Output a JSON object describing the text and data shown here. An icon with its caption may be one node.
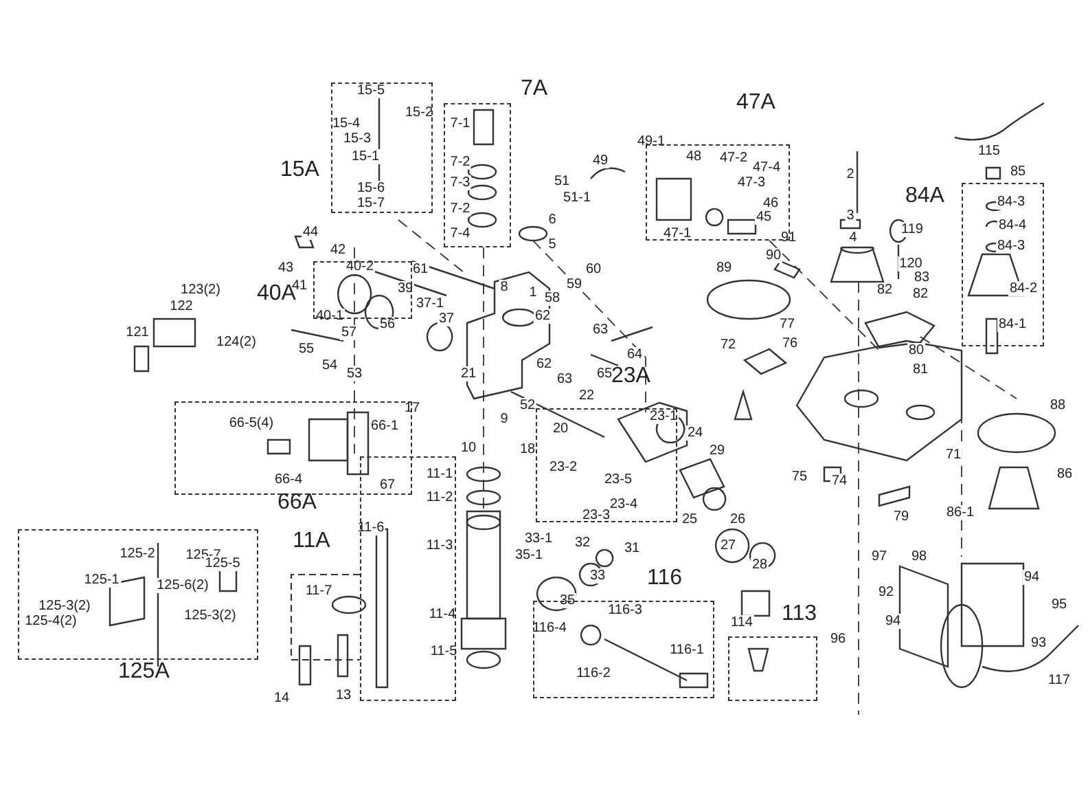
{
  "diagram": {
    "nodes": [
      {
        "text": [
          "15A"
        ]
      },
      {
        "text": [
          "7A"
        ]
      },
      {
        "text": [
          "47A"
        ]
      },
      {
        "text": [
          "84A"
        ]
      },
      {
        "text": [
          "40A"
        ]
      },
      {
        "text": [
          "23A"
        ]
      },
      {
        "text": [
          "66A"
        ]
      },
      {
        "text": [
          "11A"
        ]
      },
      {
        "text": [
          "125A"
        ]
      },
      {
        "text": [
          "116"
        ]
      },
      {
        "text": [
          "113"
        ]
      }
    ],
    "labels": [
      "15-5",
      "15-2",
      "15-4",
      "15-3",
      "15-1",
      "15-6",
      "15-7",
      "7-1",
      "7-2",
      "7-3",
      "7-2",
      "7-4",
      "6",
      "5",
      "8",
      "1",
      "61",
      "40-2",
      "39",
      "37-1",
      "37",
      "44",
      "42",
      "43",
      "41",
      "40-1",
      "56",
      "57",
      "55",
      "54",
      "53",
      "52",
      "17",
      "21",
      "62",
      "62",
      "63",
      "63",
      "58",
      "59",
      "60",
      "64",
      "65",
      "20",
      "22",
      "18",
      "9",
      "10",
      "23-1",
      "23-2",
      "23-5",
      "23-4",
      "23-3",
      "24",
      "25",
      "26",
      "27",
      "28",
      "29",
      "32",
      "31",
      "33-1",
      "35-1",
      "33",
      "35",
      "116-3",
      "116-4",
      "116-1",
      "116-2",
      "114",
      "11-1",
      "11-2",
      "11-3",
      "11-6",
      "11-4",
      "11-5",
      "11-7",
      "14",
      "13",
      "66-5(4)",
      "66-4",
      "66-1",
      "67",
      "125-2",
      "125-7",
      "125-5",
      "125-1",
      "125-6(2)",
      "125-3(2)",
      "125-4(2)",
      "125-3(2)",
      "121",
      "122",
      "123(2)",
      "124(2)",
      "51",
      "51-1",
      "49",
      "49-1",
      "48",
      "47-2",
      "47-4",
      "47-3",
      "47-1",
      "46",
      "45",
      "89",
      "72",
      "2",
      "3",
      "4",
      "91",
      "90",
      "119",
      "120",
      "82",
      "83",
      "82",
      "77",
      "76",
      "80",
      "81",
      "115",
      "85",
      "84-3",
      "84-4",
      "84-3",
      "84-2",
      "84-1",
      "71",
      "88",
      "86",
      "86-1",
      "79",
      "75",
      "74",
      "97",
      "98",
      "92",
      "94",
      "96",
      "94",
      "95",
      "93",
      "117"
    ]
  }
}
